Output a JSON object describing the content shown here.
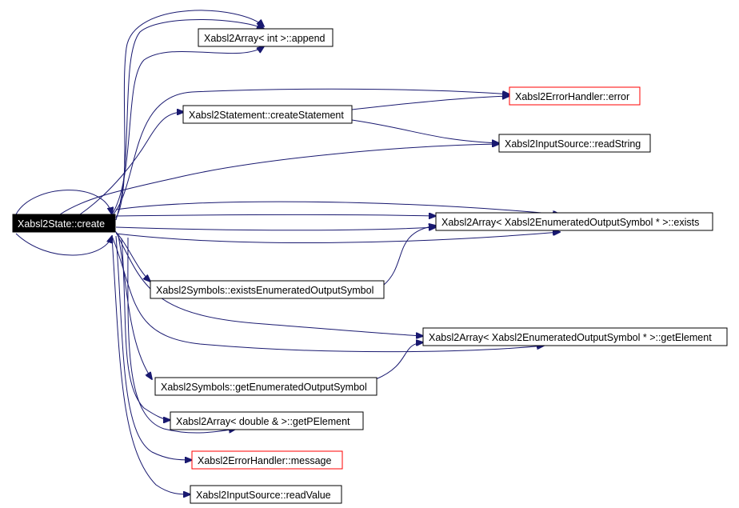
{
  "nodes": {
    "create": "Xabsl2State::create",
    "append": "Xabsl2Array< int >::append",
    "error": "Xabsl2ErrorHandler::error",
    "createStatement": "Xabsl2Statement::createStatement",
    "readString": "Xabsl2InputSource::readString",
    "exists": "Xabsl2Array< Xabsl2EnumeratedOutputSymbol * >::exists",
    "existsEnum": "Xabsl2Symbols::existsEnumeratedOutputSymbol",
    "getElement": "Xabsl2Array< Xabsl2EnumeratedOutputSymbol * >::getElement",
    "getEnum": "Xabsl2Symbols::getEnumeratedOutputSymbol",
    "getPElement": "Xabsl2Array< double & >::getPElement",
    "message": "Xabsl2ErrorHandler::message",
    "readValue": "Xabsl2InputSource::readValue"
  },
  "colors": {
    "edge": "#191970",
    "border": "#000000",
    "external_border": "#ff0000",
    "root_fill": "#000000",
    "root_text": "#ffffff"
  }
}
